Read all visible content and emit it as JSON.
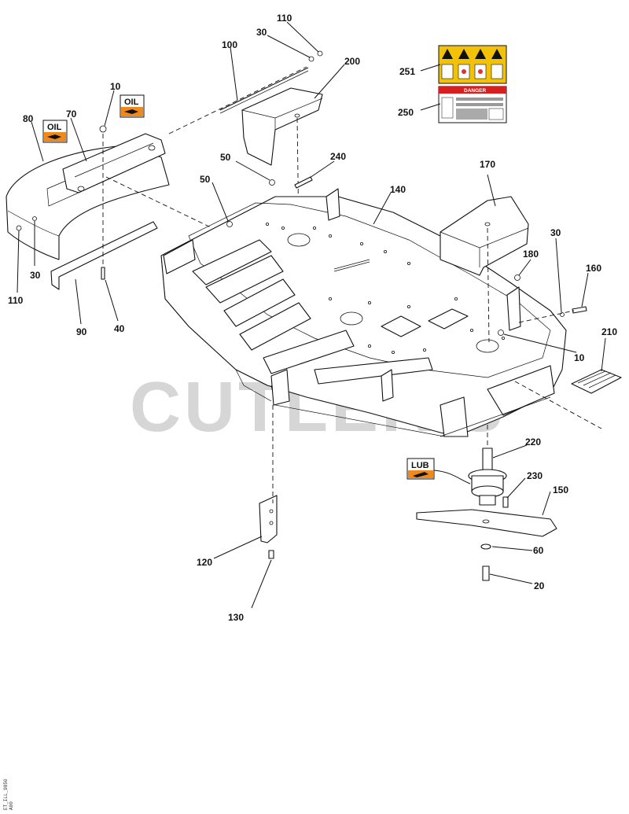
{
  "watermark": "CUTLER'S",
  "callouts": {
    "c10a": "10",
    "c10b": "10",
    "c20": "20",
    "c30a": "30",
    "c30b": "30",
    "c30c": "30",
    "c40": "40",
    "c50a": "50",
    "c50b": "50",
    "c60": "60",
    "c70": "70",
    "c80": "80",
    "c90": "90",
    "c100": "100",
    "c110a": "110",
    "c110b": "110",
    "c120": "120",
    "c130": "130",
    "c140": "140",
    "c150": "150",
    "c160": "160",
    "c170": "170",
    "c180": "180",
    "c200": "200",
    "c210": "210",
    "c220": "220",
    "c230": "230",
    "c240": "240",
    "c250": "250",
    "c251": "251"
  },
  "badges": {
    "oil_left": "OIL",
    "oil_right": "OIL",
    "lub": "LUB"
  },
  "decal_danger": "DANGER",
  "figure_ref": "ET_ILL_9850",
  "figure_rev": "A00"
}
